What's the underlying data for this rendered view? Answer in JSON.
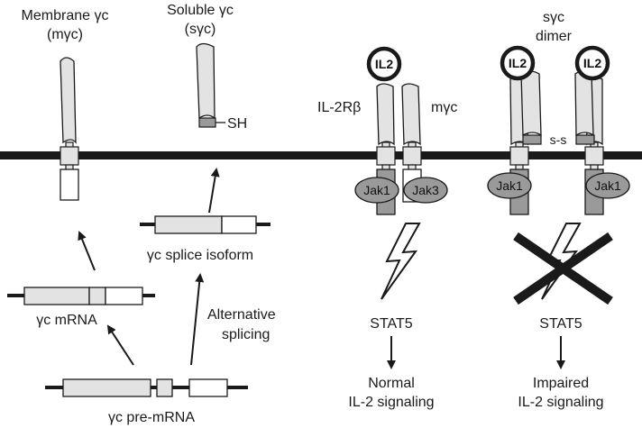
{
  "labels": {
    "membrane_line1": "Membrane γc",
    "membrane_line2": "(mγc)",
    "soluble_line1": "Soluble γc",
    "soluble_line2": "(sγc)",
    "sh": "SH",
    "splice_isoform": "γc splice isoform",
    "mrna": "γc mRNA",
    "premrna": "γc pre-mRNA",
    "alt_line1": "Alternative",
    "alt_line2": "splicing",
    "il2rb": "IL-2Rβ",
    "mgc_right": "mγc",
    "sgc_line1": "sγc",
    "sgc_line2": "dimer",
    "ss": "s-s",
    "il2": "IL2",
    "jak1": "Jak1",
    "jak3": "Jak3",
    "stat5": "STAT5",
    "normal_line1": "Normal",
    "normal_line2": "IL-2 signaling",
    "impaired_line1": "Impaired",
    "impaired_line2": "IL-2 signaling"
  },
  "colors": {
    "receptor_fill": "#e3e3e3",
    "kinase_fill": "#9a9a9a",
    "stroke": "#1a1a1a",
    "membrane": "#1a1a1a"
  }
}
